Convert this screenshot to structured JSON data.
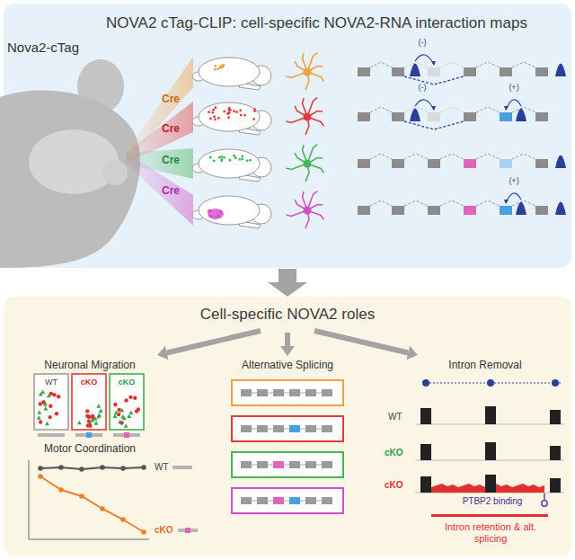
{
  "diagram": {
    "nodes": [
      {
        "text": [
          "NOVA2 cTag-CLIP: cell-specific NOVA2-RNA interaction maps"
        ]
      },
      {
        "text": [
          "Cell-specific NOVA2 roles"
        ]
      }
    ],
    "edges": [
      {
        "from": 0,
        "to": 1,
        "arrow": "to"
      }
    ],
    "labels": [
      "Nova2-cTag",
      "Cre",
      "Cre",
      "Cre",
      "Cre",
      "(-)",
      "(-)",
      "(+)",
      "(+)",
      "Neuronal Migration",
      "WT",
      "cKO",
      "cKO",
      "Motor Coordination",
      "WT",
      "cKO",
      "Alternative Splicing",
      "Intron Removal",
      "WT",
      "cKO",
      "cKO",
      "PTBP2 binding",
      "Intron retention & alt. splicing"
    ]
  }
}
